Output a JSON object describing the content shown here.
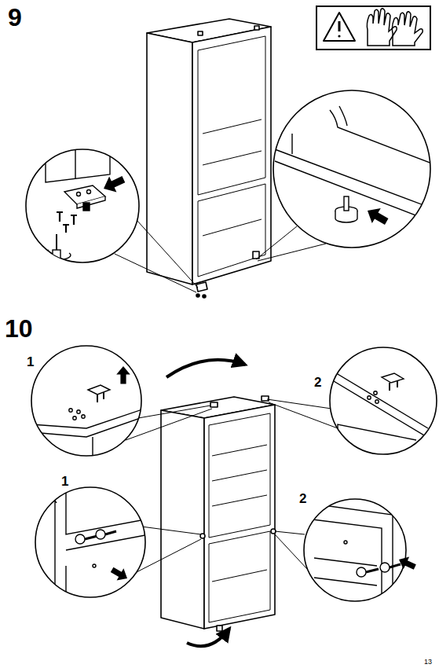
{
  "diagram": {
    "labels": [
      "9",
      "10",
      "1",
      "2",
      "1",
      "2",
      "13"
    ]
  }
}
